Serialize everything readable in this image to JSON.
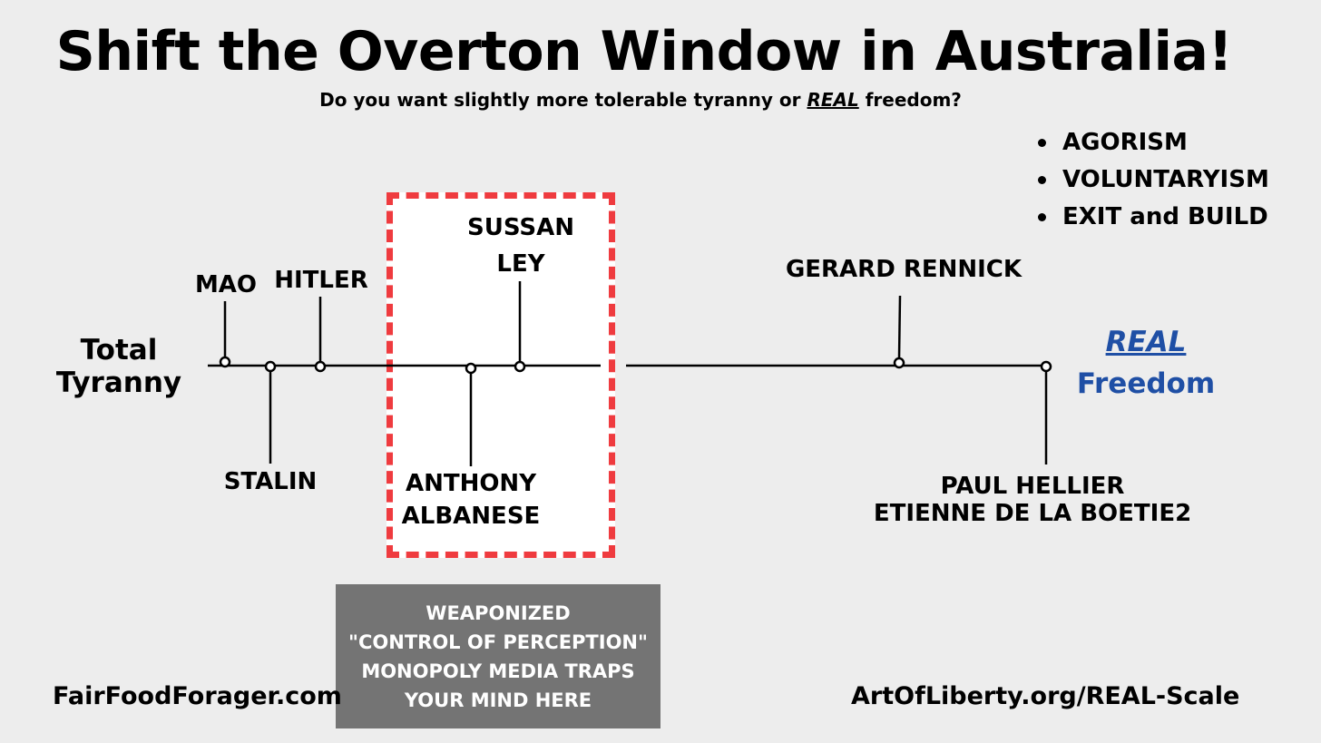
{
  "title": "Shift the Overton Window in Australia!",
  "subtitle": {
    "before": "Do you want slightly more tolerable tyranny or ",
    "emphasis": "REAL",
    "after": " freedom?"
  },
  "bullets": [
    "AGORISM",
    "VOLUNTARYISM",
    "EXIT and BUILD"
  ],
  "scale": {
    "left_end": {
      "line1": "Total",
      "line2": "Tyranny"
    },
    "right_end": {
      "line1": "REAL",
      "line2": "Freedom"
    },
    "markers": [
      {
        "id": "mao",
        "label": [
          "MAO"
        ],
        "side": "above"
      },
      {
        "id": "stalin",
        "label": [
          "STALIN"
        ],
        "side": "below"
      },
      {
        "id": "hitler",
        "label": [
          "HITLER"
        ],
        "side": "above"
      },
      {
        "id": "albanese",
        "label": [
          "ANTHONY",
          "ALBANESE"
        ],
        "side": "below"
      },
      {
        "id": "ley",
        "label": [
          "SUSSAN",
          "LEY"
        ],
        "side": "above"
      },
      {
        "id": "rennick",
        "label": [
          "GERARD RENNICK"
        ],
        "side": "above"
      },
      {
        "id": "hellier",
        "label": [
          "PAUL HELLIER",
          "ETIENNE DE LA BOETIE2"
        ],
        "side": "below"
      }
    ]
  },
  "media_box": [
    "WEAPONIZED",
    "\"CONTROL OF PERCEPTION\"",
    "MONOPOLY MEDIA TRAPS",
    "YOUR MIND HERE"
  ],
  "footer": {
    "left": "FairFoodForager.com",
    "right": "ArtOfLiberty.org/REAL-Scale"
  },
  "colors": {
    "window_border": "#ef3b3f",
    "freedom_blue": "#1f4fa5",
    "media_box": "#747474",
    "background": "#ededed"
  }
}
